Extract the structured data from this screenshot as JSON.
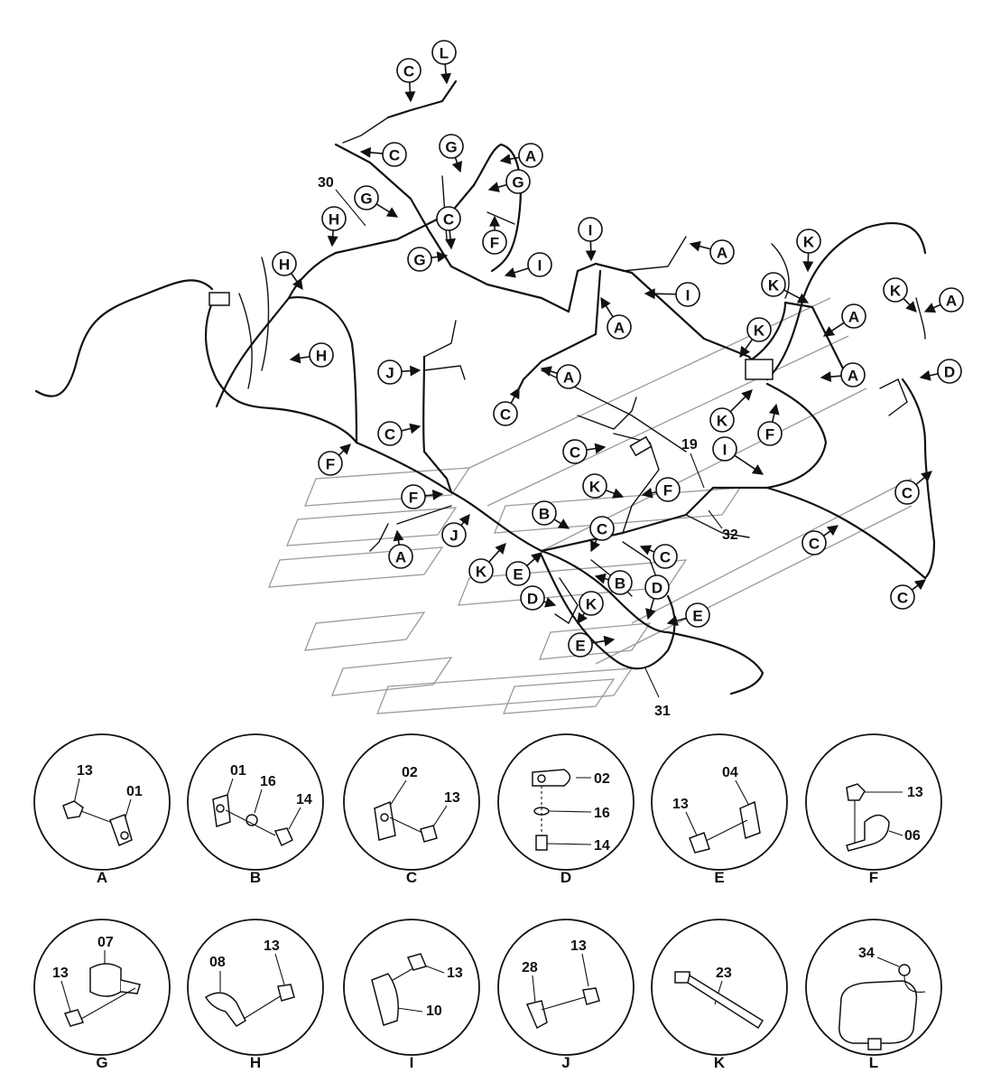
{
  "callouts": [
    {
      "letter": "C"
    },
    {
      "letter": "L"
    },
    {
      "letter": "C"
    },
    {
      "letter": "G"
    },
    {
      "letter": "A"
    },
    {
      "letter": "G"
    },
    {
      "letter": "G"
    },
    {
      "letter": "H"
    },
    {
      "letter": "C"
    },
    {
      "letter": "F"
    },
    {
      "letter": "G"
    },
    {
      "letter": "I"
    },
    {
      "letter": "I"
    },
    {
      "letter": "A"
    },
    {
      "letter": "K"
    },
    {
      "letter": "K"
    },
    {
      "letter": "A"
    },
    {
      "letter": "K"
    },
    {
      "letter": "H"
    },
    {
      "letter": "H"
    },
    {
      "letter": "A"
    },
    {
      "letter": "I"
    },
    {
      "letter": "A"
    },
    {
      "letter": "K"
    },
    {
      "letter": "A"
    },
    {
      "letter": "A"
    },
    {
      "letter": "D"
    },
    {
      "letter": "C"
    },
    {
      "letter": "J"
    },
    {
      "letter": "K"
    },
    {
      "letter": "F"
    },
    {
      "letter": "C"
    },
    {
      "letter": "C"
    },
    {
      "letter": "F"
    },
    {
      "letter": "I"
    },
    {
      "letter": "K"
    },
    {
      "letter": "F"
    },
    {
      "letter": "F"
    },
    {
      "letter": "C"
    },
    {
      "letter": "J"
    },
    {
      "letter": "B"
    },
    {
      "letter": "C"
    },
    {
      "letter": "C"
    },
    {
      "letter": "C"
    },
    {
      "letter": "A"
    },
    {
      "letter": "K"
    },
    {
      "letter": "E"
    },
    {
      "letter": "B"
    },
    {
      "letter": "C"
    },
    {
      "letter": "D"
    },
    {
      "letter": "K"
    },
    {
      "letter": "D"
    },
    {
      "letter": "E"
    },
    {
      "letter": "E"
    }
  ],
  "part_numbers": [
    "30",
    "19",
    "32",
    "31"
  ],
  "details": [
    {
      "letter": "A",
      "parts": [
        "13",
        "01"
      ]
    },
    {
      "letter": "B",
      "parts": [
        "01",
        "16",
        "14"
      ]
    },
    {
      "letter": "C",
      "parts": [
        "02",
        "13"
      ]
    },
    {
      "letter": "D",
      "parts": [
        "02",
        "16",
        "14"
      ]
    },
    {
      "letter": "E",
      "parts": [
        "04",
        "13"
      ]
    },
    {
      "letter": "F",
      "parts": [
        "13",
        "06"
      ]
    },
    {
      "letter": "G",
      "parts": [
        "07",
        "13"
      ]
    },
    {
      "letter": "H",
      "parts": [
        "08",
        "13"
      ]
    },
    {
      "letter": "I",
      "parts": [
        "13",
        "10"
      ]
    },
    {
      "letter": "J",
      "parts": [
        "28",
        "13"
      ]
    },
    {
      "letter": "K",
      "parts": [
        "23"
      ]
    },
    {
      "letter": "L",
      "parts": [
        "34"
      ]
    }
  ]
}
